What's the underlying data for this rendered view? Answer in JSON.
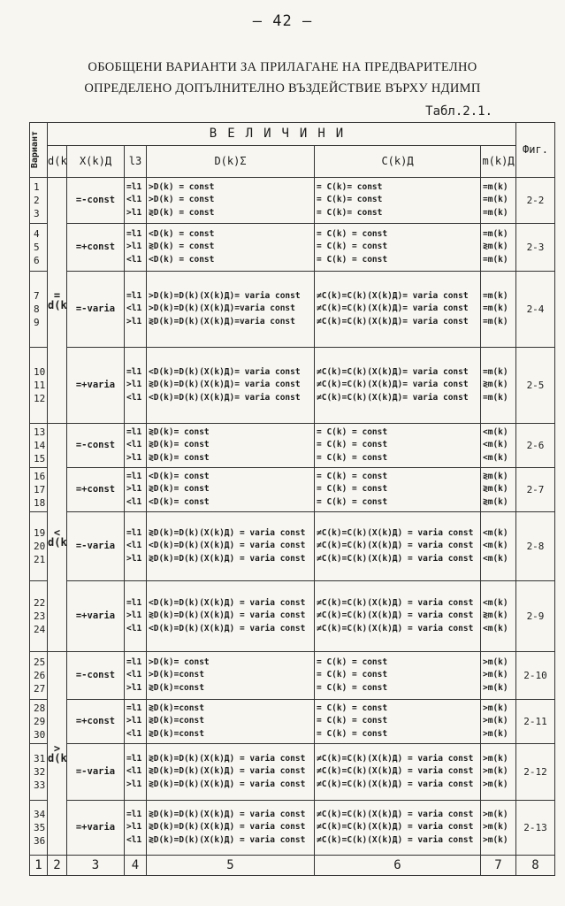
{
  "page_number": "– 42 –",
  "title_line1": "ОБОБЩЕНИ ВАРИАНТИ ЗА ПРИЛАГАНЕ НА ПРЕДВАРИТЕЛНО",
  "title_line2": "ОПРЕДЕЛЕНО ДОПЪЛНИТЕЛНО ВЪЗДЕЙСТВИЕ ВЪРХУ НДИМП",
  "table_ref": "Табл.2.1.",
  "header": {
    "variant": "Вариант",
    "quantities": "ВЕЛИЧИНИ",
    "dsum": "d(k)Σ",
    "xd": "X(k)Д",
    "l3": "l3",
    "dk": "D(k)Σ",
    "ck": "C(k)Д",
    "mk": "m(k)Д",
    "fig": "Фиг."
  },
  "groups": [
    {
      "rows": "1\n2\n3",
      "xd": "=-const",
      "l": "=l1\n<l1\n>l1",
      "d": ">D(k) = const\n>D(k) = const\n≷D(k) = const",
      "c": "= C(k)= const\n= C(k)= const\n= C(k)= const",
      "m": "=m(k)\n=m(k)\n=m(k)",
      "fig": "2-2"
    },
    {
      "rows": "4\n5\n6",
      "xd": "=+const",
      "l": "=l1\n>l1\n<l1",
      "d": "<D(k) = const\n≷D(k) = const\n<D(k) = const",
      "c": "= C(k) = const\n= C(k) = const\n= C(k) = const",
      "m": "=m(k)\n≷m(k)\n=m(k)",
      "fig": "2-3"
    },
    {
      "rows": "7\n8\n9",
      "xd": "=-varia",
      "l": "=l1\n<l1\n>l1",
      "d": ">D(k)=D(k)(X(k)Д)= varia const\n>D(k)=D(k)(X(k)Д)=varia const\n≷D(k)=D(k)(X(k)Д)=varia const",
      "c": "≠C(k)=C(k)(X(k)Д)= varia const\n≠C(k)=C(k)(X(k)Д)= varia const\n≠C(k)=C(k)(X(k)Д)= varia const",
      "m": "=m(k)\n=m(k)\n=m(k)",
      "fig": "2-4"
    },
    {
      "rows": "10\n11\n12",
      "xd": "=+varia",
      "l": "=l1\n>l1\n<l1",
      "d": "<D(k)=D(k)(X(k)Д)= varia const\n≷D(k)=D(k)(X(k)Д)= varia const\n<D(k)=D(k)(X(k)Д)= varia const",
      "c": "≠C(k)=C(k)(X(k)Д)= varia const\n≠C(k)=C(k)(X(k)Д)= varia const\n≠C(k)=C(k)(X(k)Д)= varia const",
      "m": "=m(k)\n≷m(k)\n=m(k)",
      "fig": "2-5"
    },
    {
      "rows": "13\n14\n15",
      "xd": "=-const",
      "l": "=l1\n<l1\n>l1",
      "d": "≷D(k)= const\n≷D(k)= const\n≷D(k)= const",
      "c": "= C(k) = const\n= C(k) = const\n= C(k) = const",
      "m": "<m(k)\n<m(k)\n<m(k)",
      "fig": "2-6"
    },
    {
      "rows": "16\n17\n18",
      "xd": "=+const",
      "l": "=l1\n>l1\n<l1",
      "d": "<D(k)= const\n≷D(k)= const\n<D(k)= const",
      "c": "= C(k) = const\n= C(k) = const\n= C(k) = const",
      "m": "≷m(k)\n≷m(k)\n≷m(k)",
      "fig": "2-7"
    },
    {
      "rows": "19\n20\n21",
      "xd": "=-varia",
      "l": "=l1\n<l1\n>l1",
      "d": "≷D(k)=D(k)(X(k)Д) = varia const\n<D(k)=D(k)(X(k)Д) = varia const\n≷D(k)=D(k)(X(k)Д) = varia const",
      "c": "≠C(k)=C(k)(X(k)Д) = varia const\n≠C(k)=C(k)(X(k)Д) = varia const\n≠C(k)=C(k)(X(k)Д) = varia const",
      "m": "<m(k)\n<m(k)\n<m(k)",
      "fig": "2-8"
    },
    {
      "rows": "22\n23\n24",
      "xd": "=+varia",
      "l": "=l1\n>l1\n<l1",
      "d": "<D(k)=D(k)(X(k)Д) = varia const\n≷D(k)=D(k)(X(k)Д) = varia const\n<D(k)=D(k)(X(k)Д) = varia const",
      "c": "≠C(k)=C(k)(X(k)Д) = varia const\n≠C(k)=C(k)(X(k)Д) = varia const\n≠C(k)=C(k)(X(k)Д) = varia const",
      "m": "<m(k)\n≷m(k)\n<m(k)",
      "fig": "2-9"
    },
    {
      "rows": "25\n26\n27",
      "xd": "=-const",
      "l": "=l1\n<l1\n>l1",
      "d": ">D(k)= const\n>D(k)=const\n≷D(k)=const",
      "c": "= C(k) = const\n= C(k) = const\n= C(k) = const",
      "m": ">m(k)\n>m(k)\n>m(k)",
      "fig": "2-10"
    },
    {
      "rows": "28\n29\n30",
      "xd": "=+const",
      "l": "=l1\n>l1\n<l1",
      "d": "≷D(k)=const\n≷D(k)=const\n≷D(k)=const",
      "c": "= C(k) = const\n= C(k) = const\n= C(k) = const",
      "m": ">m(k)\n>m(k)\n>m(k)",
      "fig": "2-11"
    },
    {
      "rows": "31\n32\n33",
      "xd": "=-varia",
      "l": "=l1\n<l1\n>l1",
      "d": "≷D(k)=D(k)(X(k)Д) = varia const\n≷D(k)=D(k)(X(k)Д) = varia const\n≷D(k)=D(k)(X(k)Д) = varia const",
      "c": "≠C(k)=C(k)(X(k)Д) = varia const\n≠C(k)=C(k)(X(k)Д) = varia const\n≠C(k)=C(k)(X(k)Д) = varia const",
      "m": ">m(k)\n>m(k)\n>m(k)",
      "fig": "2-12"
    },
    {
      "rows": "34\n35\n36",
      "xd": "=+varia",
      "l": "=l1\n>l1\n<l1",
      "d": "≷D(k)=D(k)(X(k)Д) = varia const\n≷D(k)=D(k)(X(k)Д) = varia const\n≷D(k)=D(k)(X(k)Д) = varia const",
      "c": "≠C(k)=C(k)(X(k)Д) = varia const\n≠C(k)=C(k)(X(k)Д) = varia const\n≠C(k)=C(k)(X(k)Д) = varia const",
      "m": ">m(k)\n>m(k)\n>m(k)",
      "fig": "2-13"
    }
  ],
  "dsum_groups": [
    "=\nd(k)",
    "<\nd(k)",
    ">\nd(k)"
  ],
  "footer": [
    "1",
    "2",
    "3",
    "4",
    "5",
    "6",
    "7",
    "8"
  ]
}
